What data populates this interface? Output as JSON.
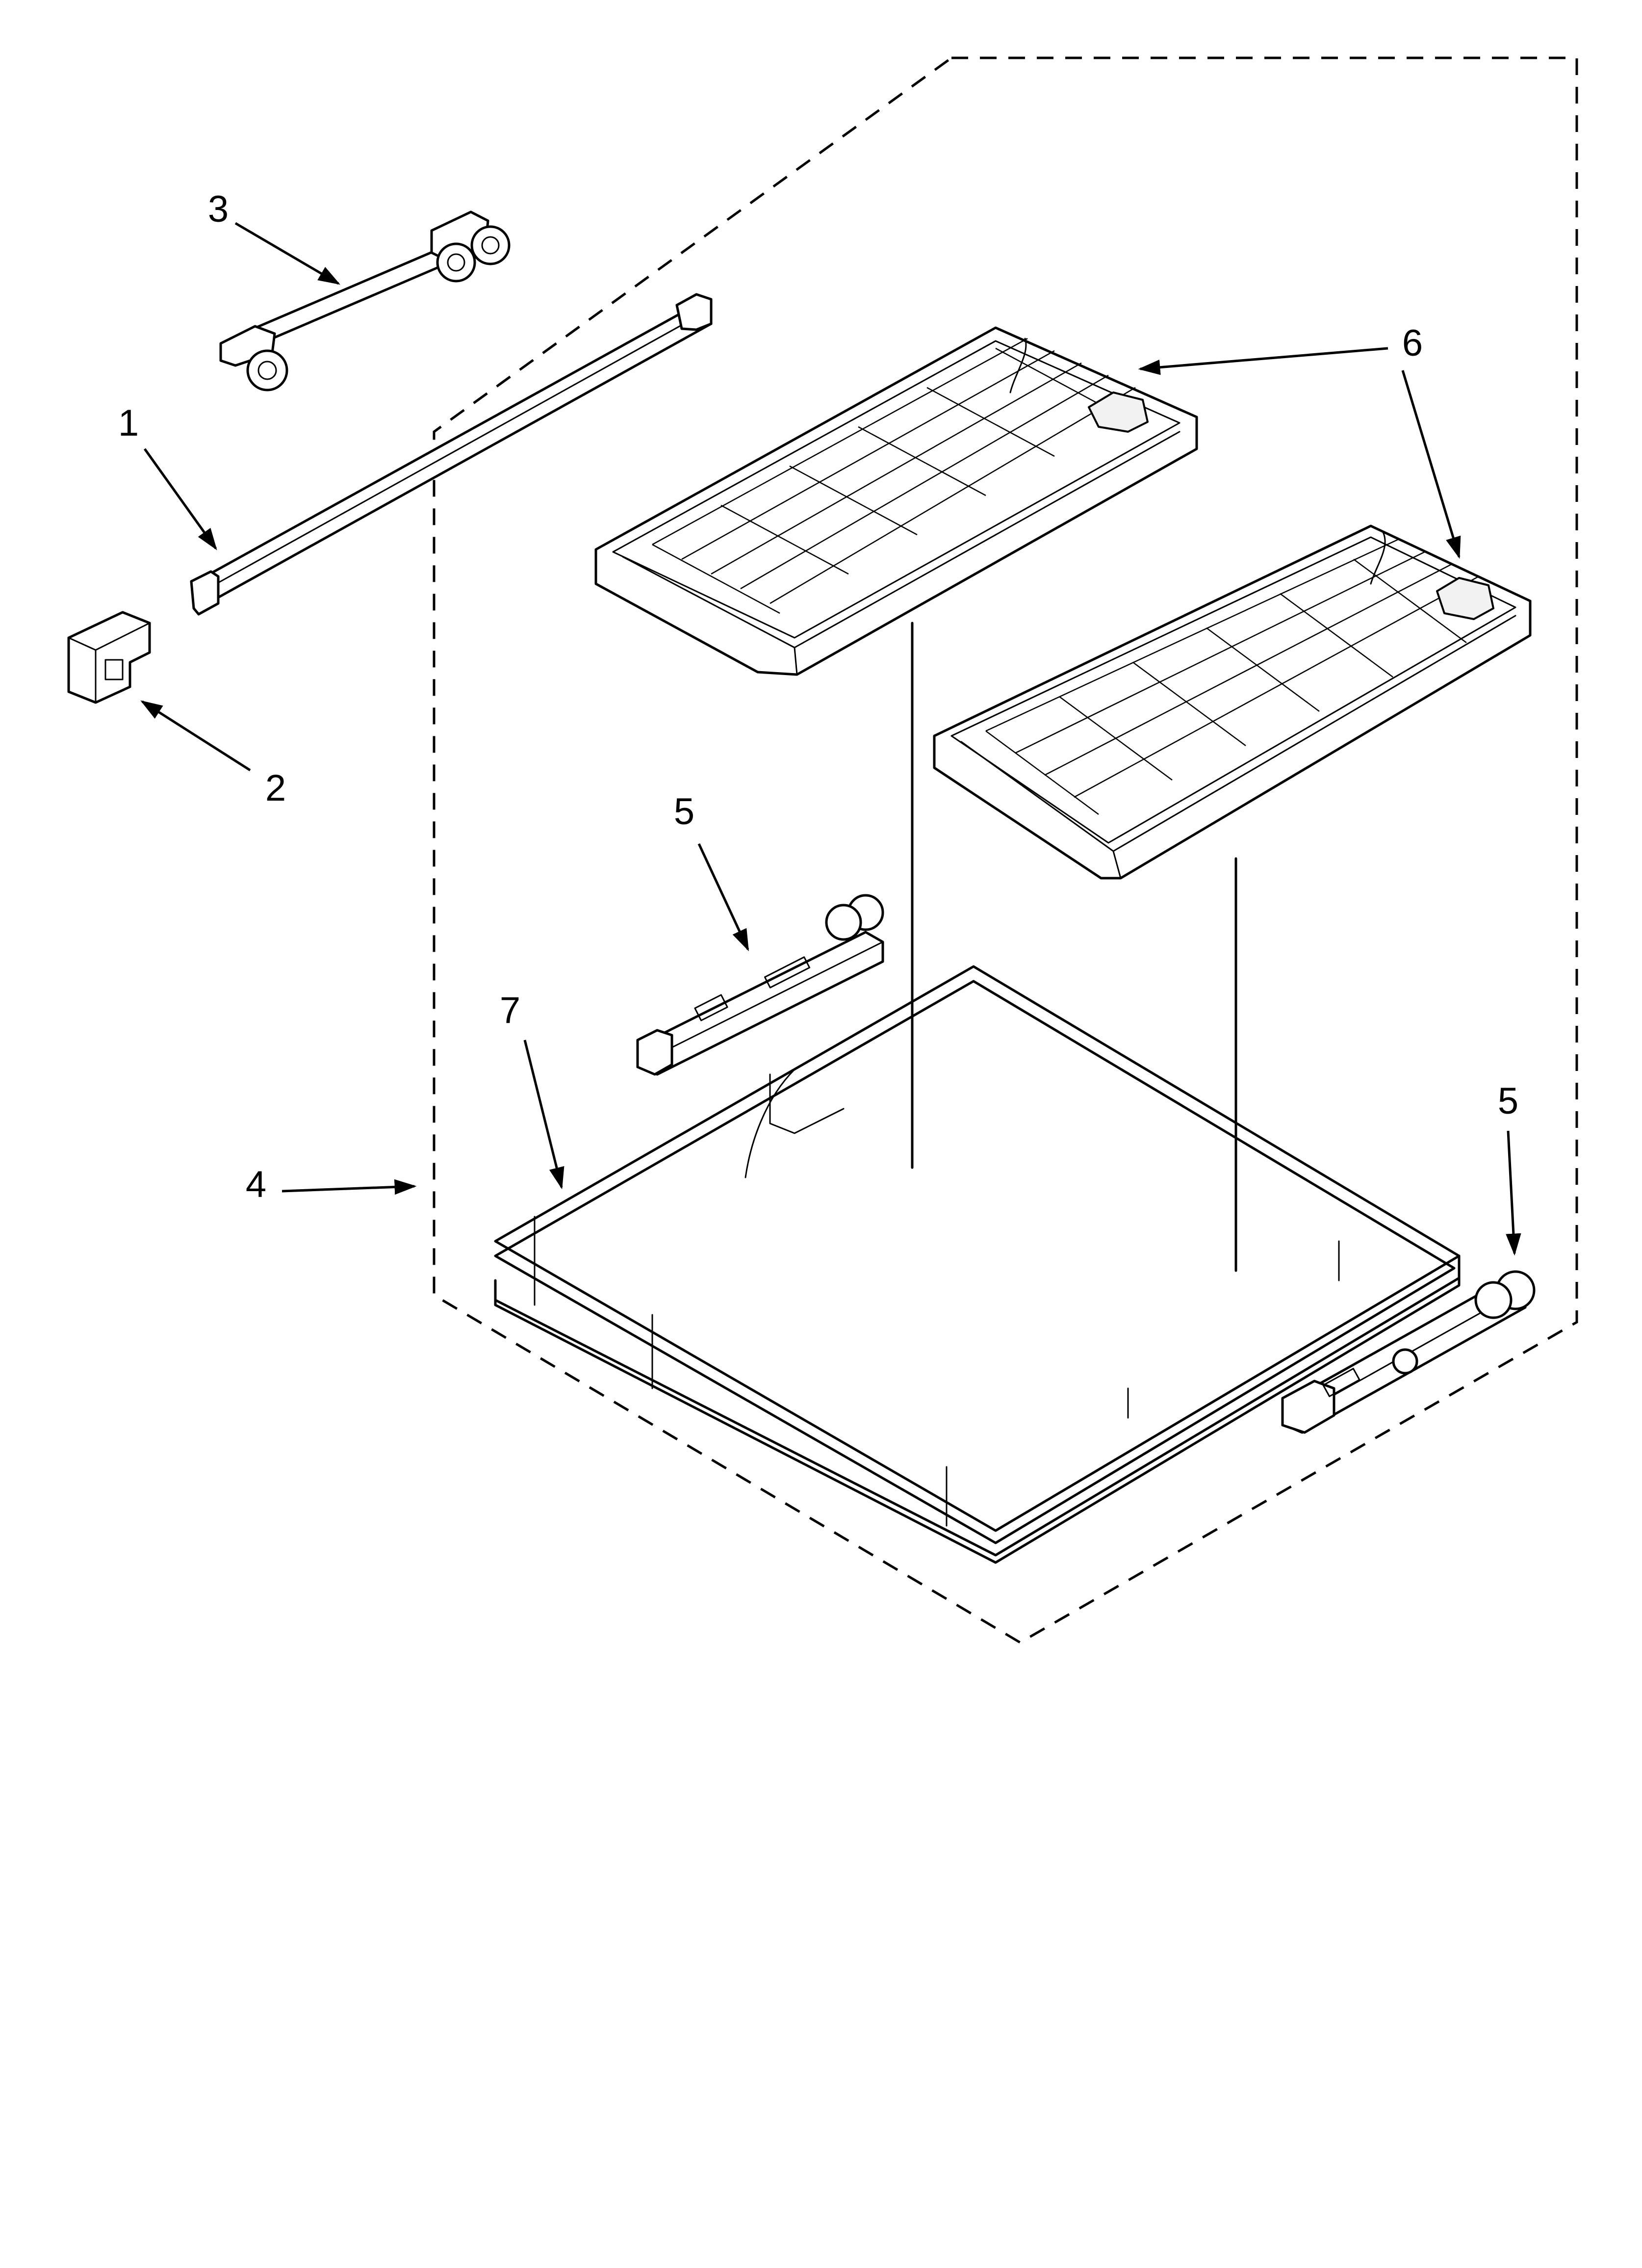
{
  "callouts": [
    {
      "id": "c3",
      "label": "3"
    },
    {
      "id": "c1",
      "label": "1"
    },
    {
      "id": "c2",
      "label": "2"
    },
    {
      "id": "c6a",
      "label": "6"
    },
    {
      "id": "c5a",
      "label": "5"
    },
    {
      "id": "c7",
      "label": "7"
    },
    {
      "id": "c4",
      "label": "4"
    },
    {
      "id": "c5b",
      "label": "5"
    }
  ],
  "colors": {
    "ink": "#000000",
    "paper": "#ffffff"
  }
}
